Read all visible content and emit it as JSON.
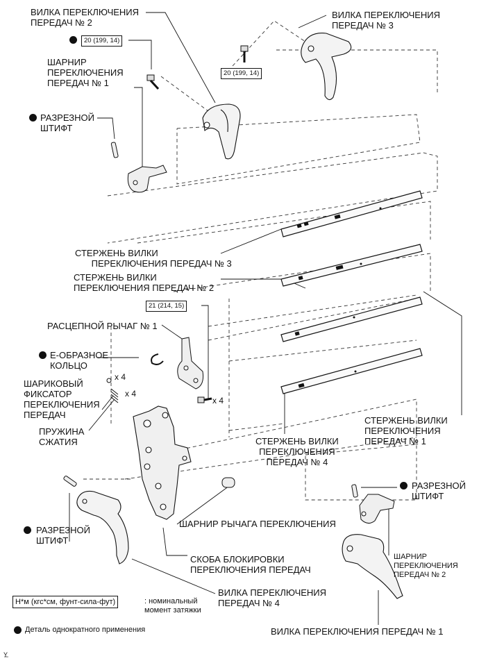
{
  "labels": {
    "fork2": [
      "ВИЛКА ПЕРЕКЛЮЧЕНИЯ",
      "ПЕРЕДАЧ № 2"
    ],
    "fork3": [
      "ВИЛКА ПЕРЕКЛЮЧЕНИЯ",
      "ПЕРЕДАЧ № 3"
    ],
    "shaft_joint1": [
      "ШАРНИР",
      "ПЕРЕКЛЮЧЕНИЯ",
      "ПЕРЕДАЧ № 1"
    ],
    "slotted_pin_top": [
      "РАЗРЕЗНОЙ",
      "ШТИФТ"
    ],
    "rod3": [
      "СТЕРЖЕНЬ ВИЛКИ",
      "ПЕРЕКЛЮЧЕНИЯ ПЕРЕДАЧ № 3"
    ],
    "rod2": [
      "СТЕРЖЕНЬ ВИЛКИ",
      "ПЕРЕКЛЮЧЕНИЯ ПЕРЕДАЧ № 2"
    ],
    "release_lever": "РАСЦЕПНОЙ РЫЧАГ № 1",
    "e_ring": [
      "Е-ОБРАЗНОЕ",
      "КОЛЬЦО"
    ],
    "ball_detent": [
      "ШАРИКОВЫЙ",
      "ФИКСАТОР",
      "ПЕРЕКЛЮЧЕНИЯ",
      "ПЕРЕДАЧ"
    ],
    "spring": [
      "ПРУЖИНА",
      "СЖАТИЯ"
    ],
    "rod4": [
      "СТЕРЖЕНЬ ВИЛКИ",
      "ПЕРЕКЛЮЧЕНИЯ",
      "ПЕРЕДАЧ № 4"
    ],
    "rod1": [
      "СТЕРЖЕНЬ ВИЛКИ",
      "ПЕРЕКЛЮЧЕНИЯ",
      "ПЕРЕДАЧ № 1"
    ],
    "slotted_pin_right": [
      "РАЗРЕЗНОЙ",
      "ШТИФТ"
    ],
    "slotted_pin_left": [
      "РАЗРЕЗНОЙ",
      "ШТИФТ"
    ],
    "lever_joint": "ШАРНИР РЫЧАГА ПЕРЕКЛЮЧЕНИЯ",
    "interlock": [
      "СКОБА БЛОКИРОВКИ",
      "ПЕРЕКЛЮЧЕНИЯ ПЕРЕДАЧ"
    ],
    "shaft_joint2": [
      "ШАРНИР",
      "ПЕРЕКЛЮЧЕНИЯ",
      "ПЕРЕДАЧ № 2"
    ],
    "fork4": [
      "ВИЛКА ПЕРЕКЛЮЧЕНИЯ",
      "ПЕРЕДАЧ № 4"
    ],
    "fork1": "ВИЛКА ПЕРЕКЛЮЧЕНИЯ ПЕРЕДАЧ № 1"
  },
  "torques": {
    "bolt_fork2": "20 (199, 14)",
    "bolt_fork3": "20 (199, 14)",
    "bolt_lever": "21 (214, 15)"
  },
  "quantities": {
    "ball": "x 4",
    "spring": "x 4",
    "bolt": "x 4"
  },
  "legend": {
    "unit_box": "Н*м (кгс*см, фунт-сила-фут)",
    "unit_text": [
      ": номинальный",
      "момент затяжки"
    ],
    "non_reusable": "Деталь однократного применения"
  },
  "corner_mark": "Y"
}
